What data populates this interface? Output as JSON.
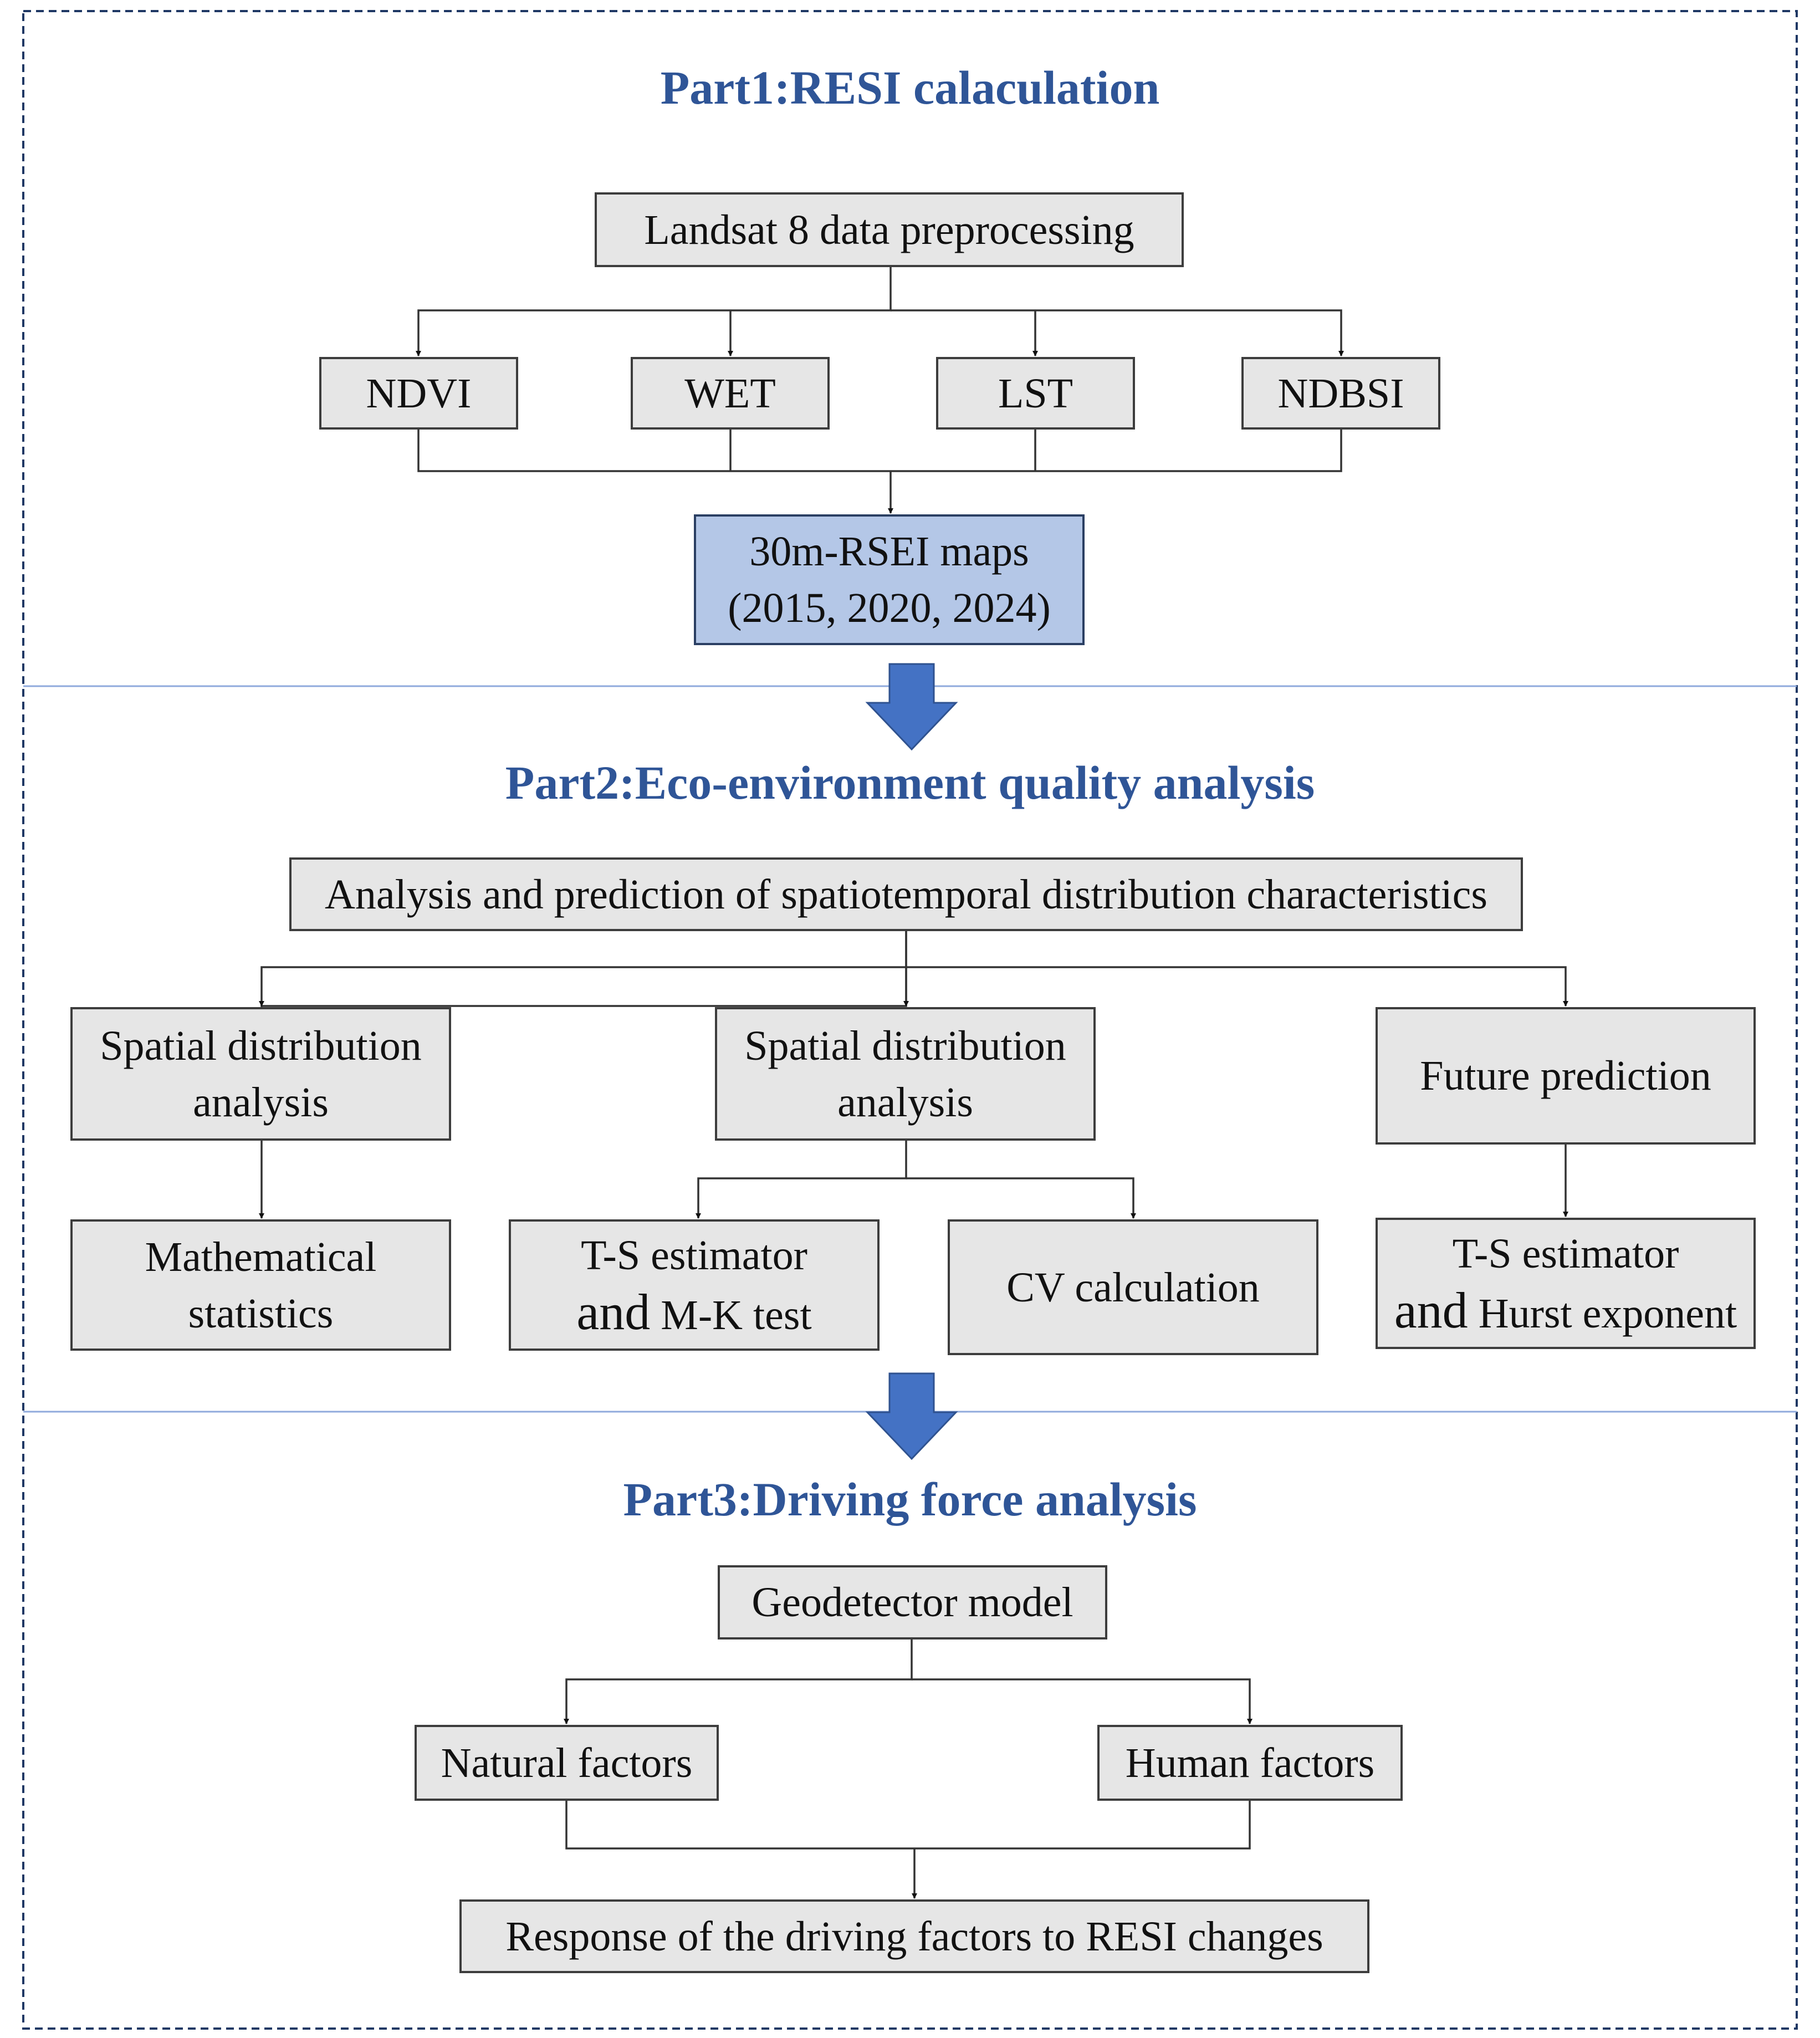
{
  "colors": {
    "title": "#2f5597",
    "box_fill": "#e6e6e6",
    "highlight_fill": "#b4c7e7",
    "arrow_fill": "#4472c4",
    "separator": "#8faadc",
    "frame": "#1f3864"
  },
  "part1": {
    "title": "Part1:RESI calaculation",
    "preprocessing": "Landsat 8 data preprocessing",
    "indices": [
      "NDVI",
      "WET",
      "LST",
      "NDBSI"
    ],
    "rsei_line1": "30m-RSEI maps",
    "rsei_line2": "(2015, 2020, 2024)"
  },
  "part2": {
    "title": "Part2:Eco-environment quality analysis",
    "overview": "Analysis and prediction of spatiotemporal distribution characteristics",
    "left_line1": "Spatial distribution",
    "left_line2": "analysis",
    "middle_line1": "Spatial distribution",
    "middle_line2": "analysis",
    "right": "Future prediction",
    "math_line1": "Mathematical",
    "math_line2": "statistics",
    "ts_mk_line1": "T-S estimator",
    "ts_mk_and": "and",
    "ts_mk_rest": "M-K test",
    "cv": "CV calculation",
    "ts_hurst_line1": "T-S estimator",
    "ts_hurst_and": "and",
    "ts_hurst_rest": "Hurst exponent"
  },
  "part3": {
    "title": "Part3:Driving force analysis",
    "geodetector": "Geodetector model",
    "natural": "Natural factors",
    "human": "Human factors",
    "response": "Response of the driving factors to RESI changes"
  }
}
